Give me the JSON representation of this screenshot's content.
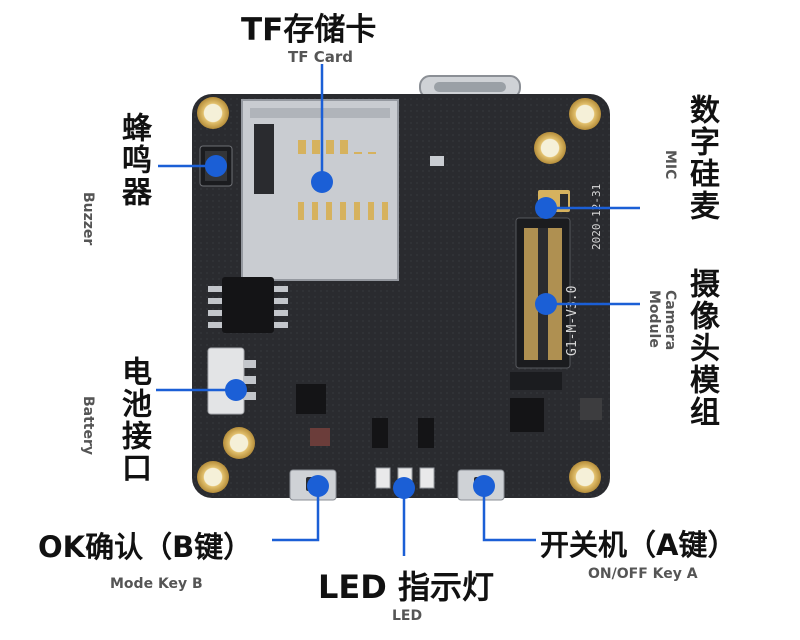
{
  "labels": {
    "tf_card": {
      "cn": "TF存储卡",
      "en": "TF Card"
    },
    "buzzer": {
      "cn": "蜂鸣器",
      "en": "Buzzer"
    },
    "battery": {
      "cn": "电池接口",
      "en": "Battery"
    },
    "mic": {
      "cn": "数字硅麦",
      "en": "MIC"
    },
    "camera": {
      "cn": "摄像头模组",
      "en": "Camera Module"
    },
    "ok_key": {
      "cn": "OK确认（B键）",
      "en": "Mode Key B"
    },
    "led": {
      "cn": "LED 指示灯",
      "en": "LED"
    },
    "power_key": {
      "cn": "开关机（A键）",
      "en": "ON/OFF  Key A"
    }
  },
  "pcb_silkscreen": {
    "model": "G1-M-V3.0",
    "date": "2020-12-31"
  },
  "colors": {
    "pointer": "#1b5fd6",
    "board": "#2a2b2f",
    "pad_gold": "#d6b25e",
    "chip": "#141416"
  }
}
